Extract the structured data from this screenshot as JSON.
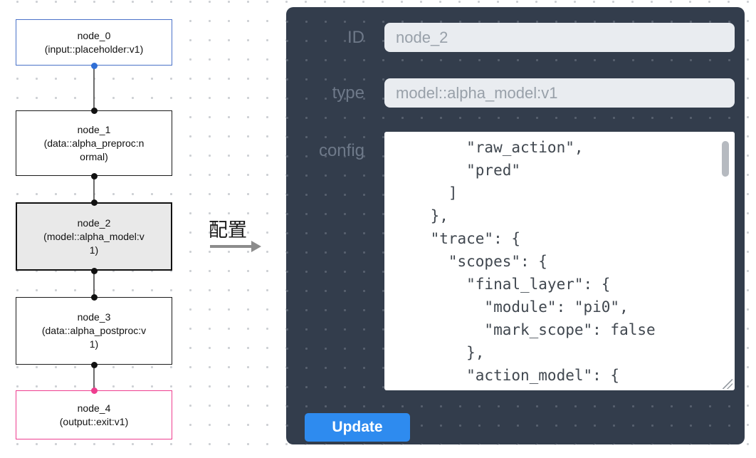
{
  "flow": {
    "nodes": [
      {
        "title": "node_0",
        "subtitle": "(input::placeholder:v1)"
      },
      {
        "title": "node_1",
        "subtitle": "(data::alpha_preproc:normal)"
      },
      {
        "title": "node_2",
        "subtitle": "(model::alpha_model:v1)"
      },
      {
        "title": "node_3",
        "subtitle": "(data::alpha_postproc:v1)"
      },
      {
        "title": "node_4",
        "subtitle": "(output::exit:v1)"
      }
    ],
    "selected_node": "node_2"
  },
  "annotation": {
    "label": "配置"
  },
  "panel": {
    "id_field": {
      "label": "ID",
      "value": "node_2"
    },
    "type_field": {
      "label": "type",
      "value": "model::alpha_model:v1"
    },
    "config_field": {
      "label": "config",
      "lines": [
        "        \"raw_action\",",
        "        \"pred\"",
        "      ]",
        "    },",
        "    \"trace\": {",
        "      \"scopes\": {",
        "        \"final_layer\": {",
        "          \"module\": \"pi0\",",
        "          \"mark_scope\": false",
        "        },",
        "        \"action_model\": {"
      ]
    },
    "update_button": "Update"
  },
  "colors": {
    "node_accent_blue": "#4a72c8",
    "node_accent_pink": "#ee3d8f",
    "node_border": "#111111",
    "selected_node_fill": "#e9e9e9",
    "panel_background": "#333d4c",
    "panel_label_gray": "#6e7989",
    "input_background": "#e9ecf0",
    "update_button_blue": "#2e8bef"
  }
}
